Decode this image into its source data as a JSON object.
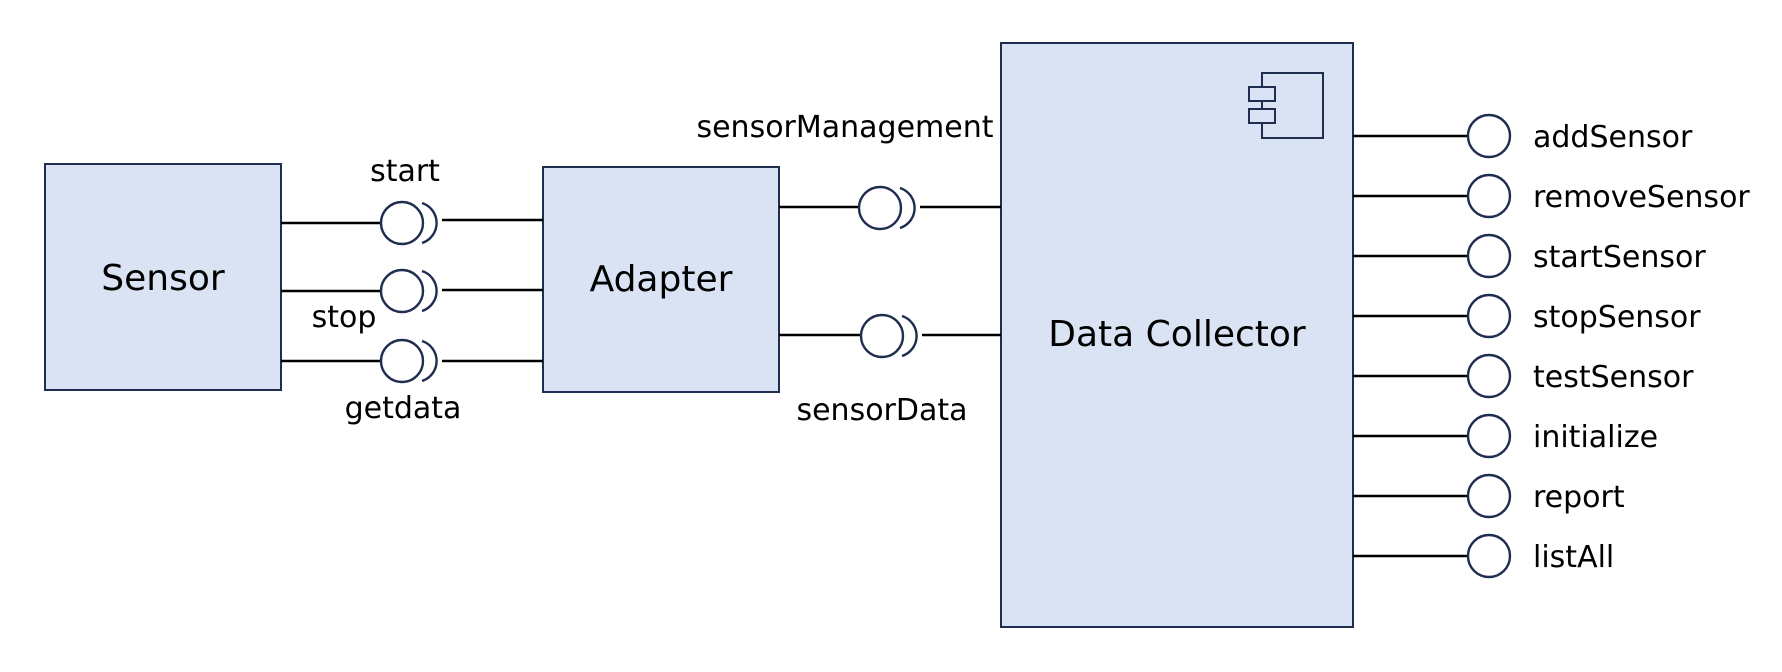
{
  "components": {
    "sensor": "Sensor",
    "adapter": "Adapter",
    "collector": "Data Collector"
  },
  "left_interfaces": {
    "start": "start",
    "stop": "stop",
    "getdata": "getdata"
  },
  "middle_interfaces": {
    "management": "sensorManagement",
    "data": "sensorData"
  },
  "provided_interfaces": [
    "addSensor",
    "removeSensor",
    "startSensor",
    "stopSensor",
    "testSensor",
    "initialize",
    "report",
    "listAll"
  ],
  "colors": {
    "box_fill": "#dae3f3",
    "box_stroke": "#1f2d4f"
  }
}
